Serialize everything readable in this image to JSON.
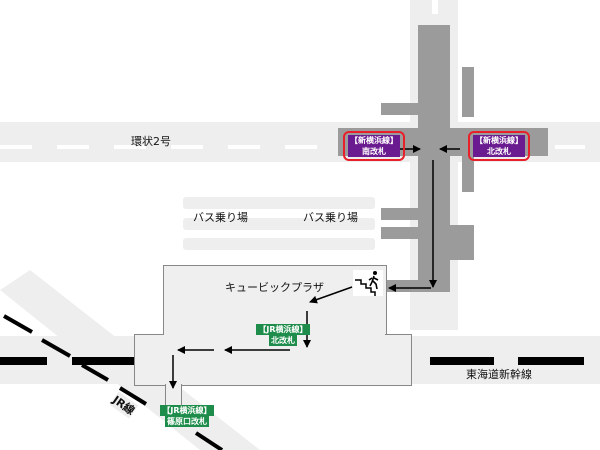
{
  "map": {
    "roads": {
      "ring_road_2": "環状2号"
    },
    "areas": {
      "bus_stop_1": "バス乗り場",
      "bus_stop_2": "バス乗り場",
      "plaza": "キュービックプラザ"
    },
    "railways": {
      "tokaido_shinkansen": "東海道新幹線",
      "jr_line": "JR線"
    },
    "gates": {
      "shin_yokohama_south": {
        "line": "【新横浜線】",
        "name": "南改札",
        "color": "#6a1b8f"
      },
      "shin_yokohama_north": {
        "line": "【新横浜線】",
        "name": "北改札",
        "color": "#6a1b8f"
      },
      "jr_north": {
        "line": "【JR横浜線】",
        "name": "北改札",
        "color": "#1e8c4a"
      },
      "jr_shinohara": {
        "line": "【JR横浜線】",
        "name": "篠原口改札",
        "color": "#1e8c4a"
      }
    },
    "icons": {
      "stairs": "stairs-person-icon"
    },
    "colors": {
      "road": "#eeeeee",
      "station_underground": "#9b9b9b",
      "gate_border": "#e8202a",
      "route_arrow": "#000000"
    }
  }
}
